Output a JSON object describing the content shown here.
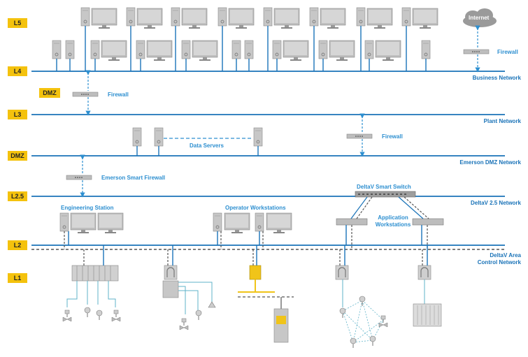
{
  "levels": {
    "l5": "L5",
    "l4": "L4",
    "dmz_upper": "DMZ",
    "l3": "L3",
    "dmz": "DMZ",
    "l2_5": "L2.5",
    "l2": "L2",
    "l1": "L1"
  },
  "networks": {
    "business": "Business Network",
    "plant": "Plant Network",
    "emerson_dmz": "Emerson DMZ Network",
    "deltav_2_5": "DeltaV 2.5 Network",
    "area_control_1": "DeltaV Area",
    "area_control_2": "Control Network"
  },
  "labels": {
    "internet": "Internet",
    "firewall_internet": "Firewall",
    "firewall_dmz": "Firewall",
    "firewall_plant": "Firewall",
    "data_servers": "Data Servers",
    "emerson_smart_firewall": "Emerson Smart Firewall",
    "deltav_smart_switch": "DeltaV Smart Switch",
    "engineering_station": "Engineering Station",
    "operator_workstations": "Operator Workstations",
    "application_workstations_1": "Application",
    "application_workstations_2": "Workstations"
  },
  "colors": {
    "network_line": "#1a73b8",
    "accent_label": "#2d8fd0",
    "level_badge": "#f4c20d",
    "device_gray": "#b5b5b5",
    "control_dashed": "#555555",
    "field_cable": "#5fb3c9",
    "yellow_bus": "#f0c419"
  }
}
